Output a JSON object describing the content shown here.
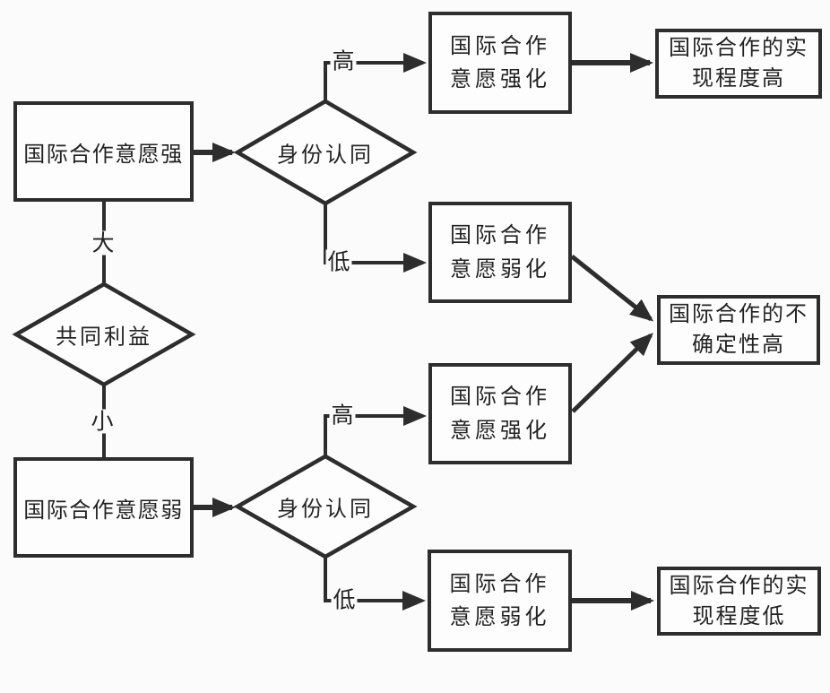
{
  "diagram": {
    "nodes": {
      "will_strong": "国际合作意愿强",
      "will_weak": "国际合作意愿弱",
      "common_interest": "共同利益",
      "identity_top": "身份认同",
      "identity_bottom": "身份认同",
      "strengthen_top": "国际合作\n意愿强化",
      "weaken_upper": "国际合作\n意愿弱化",
      "strengthen_lower": "国际合作\n意愿强化",
      "weaken_bottom": "国际合作\n意愿弱化",
      "realization_high": "国际合作的实\n现程度高",
      "uncertainty_high": "国际合作的不\n确定性高",
      "realization_low": "国际合作的实\n现程度低"
    },
    "edge_labels": {
      "interest_large": "大",
      "interest_small": "小",
      "identity_top_high": "高",
      "identity_top_low": "低",
      "identity_bottom_high": "高",
      "identity_bottom_low": "低"
    },
    "colors": {
      "line": "#2d2d2d",
      "text": "#232323",
      "background": "#fbfbfb",
      "node_fill": "#fdfdfd"
    }
  }
}
